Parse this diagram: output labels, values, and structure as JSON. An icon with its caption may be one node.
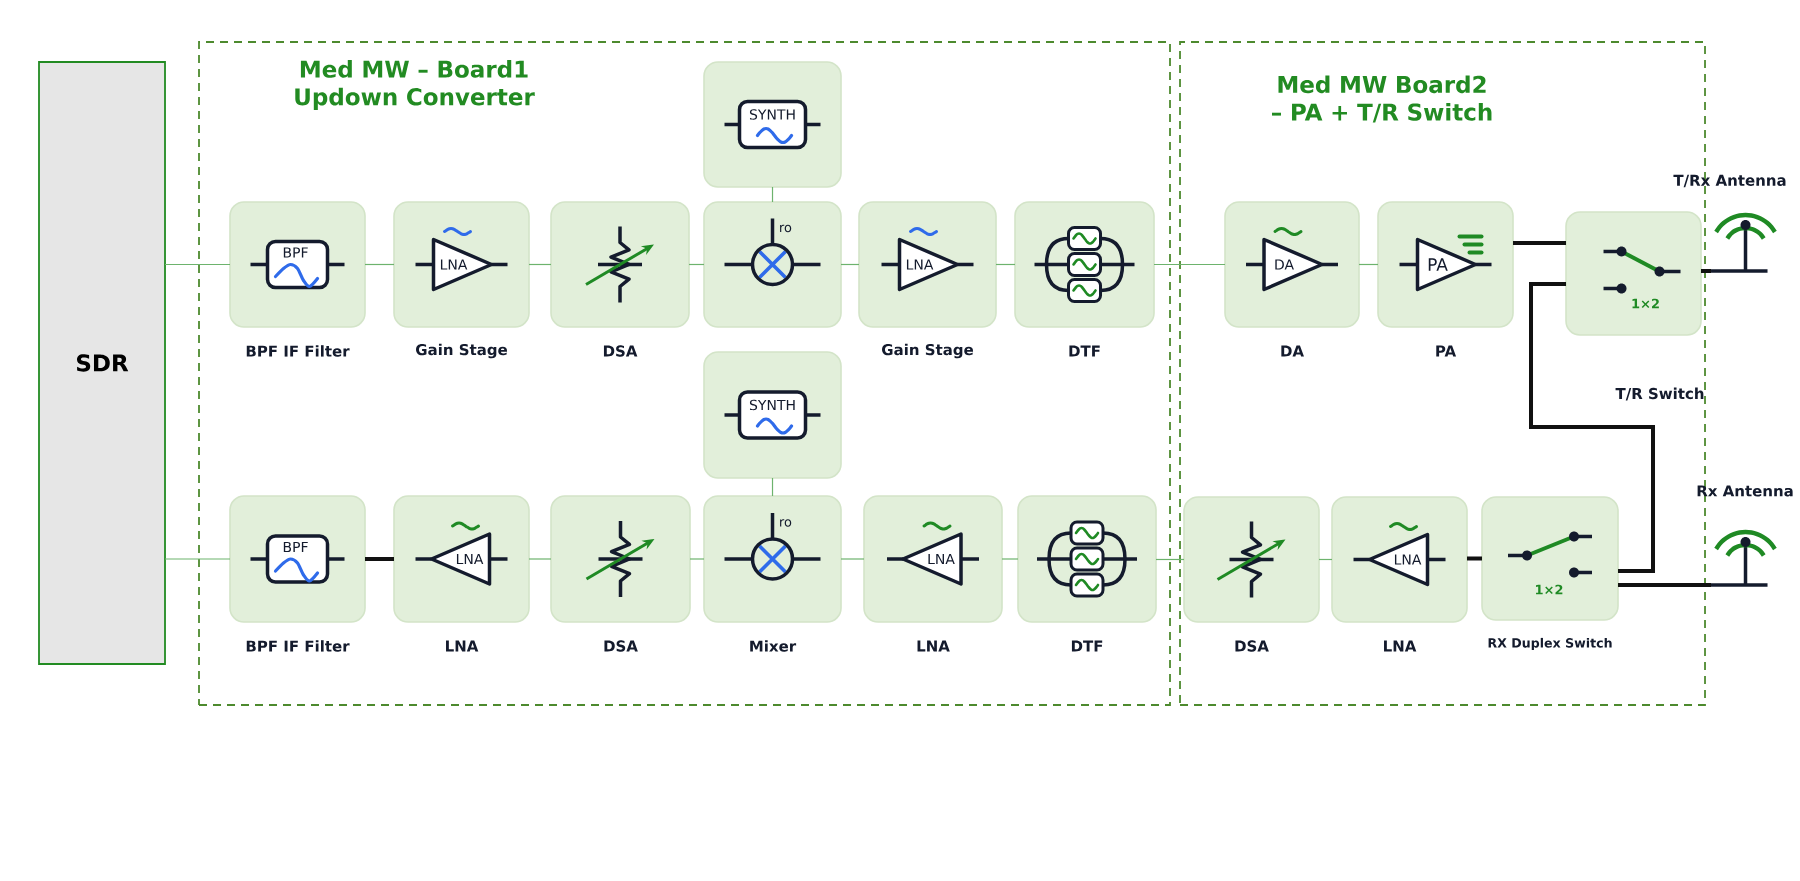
{
  "diagram": {
    "nodes": [
      {
        "text": [
          "SDR"
        ]
      },
      {
        "text": [
          "Med MW – Board1 Updown Converter"
        ]
      },
      {
        "text": [
          "Med MW Board2 – PA + T/R Switch"
        ]
      },
      {
        "text": [
          "BPF",
          "BPF IF Filter"
        ],
        "in": 1
      },
      {
        "text": [
          "LNA",
          "Gain Stage"
        ],
        "in": 1
      },
      {
        "text": [
          "DSA"
        ],
        "in": 1
      },
      {
        "text": [
          "SYNTH"
        ],
        "in": 1
      },
      {
        "text": [
          "ro"
        ],
        "in": 1
      },
      {
        "text": [
          "LNA",
          "Gain Stage"
        ],
        "in": 1
      },
      {
        "text": [
          "DTF"
        ],
        "in": 1
      },
      {
        "text": [
          "BPF",
          "BPF IF Filter"
        ],
        "in": 1
      },
      {
        "text": [
          "LNA",
          "LNA"
        ],
        "in": 1
      },
      {
        "text": [
          "DSA"
        ],
        "in": 1
      },
      {
        "text": [
          "SYNTH"
        ],
        "in": 1
      },
      {
        "text": [
          "ro",
          "Mixer"
        ],
        "in": 1
      },
      {
        "text": [
          "LNA",
          "LNA"
        ],
        "in": 1
      },
      {
        "text": [
          "DTF"
        ],
        "in": 1
      },
      {
        "text": [
          "DA",
          "DA"
        ],
        "in": 2
      },
      {
        "text": [
          "PA",
          "PA"
        ],
        "in": 2
      },
      {
        "text": [
          "1×2"
        ],
        "beside": [
          "T/R Switch"
        ],
        "in": 2
      },
      {
        "text": [
          "DSA"
        ],
        "in": 2
      },
      {
        "text": [
          "LNA",
          "LNA"
        ],
        "in": 2
      },
      {
        "text": [
          "1×2",
          "RX Duplex Switch"
        ],
        "in": 2
      },
      {
        "text": [
          "T/Rx Antenna"
        ]
      },
      {
        "text": [
          "Rx Antenna"
        ]
      }
    ],
    "edges": [
      {
        "from": 0,
        "to": 3,
        "arrow": "none"
      },
      {
        "from": 3,
        "to": 4,
        "arrow": "none"
      },
      {
        "from": 4,
        "to": 5,
        "arrow": "none"
      },
      {
        "from": 5,
        "to": 7,
        "arrow": "none"
      },
      {
        "from": 6,
        "to": 7,
        "arrow": "none"
      },
      {
        "from": 7,
        "to": 8,
        "arrow": "none"
      },
      {
        "from": 8,
        "to": 9,
        "arrow": "none"
      },
      {
        "from": 9,
        "to": 17,
        "arrow": "none"
      },
      {
        "from": 17,
        "to": 18,
        "arrow": "none"
      },
      {
        "from": 18,
        "to": 19,
        "arrow": "none",
        "style": "thick",
        "color": "#111111"
      },
      {
        "from": 19,
        "to": 23,
        "arrow": "none",
        "style": "thick",
        "color": "#111111"
      },
      {
        "from": 19,
        "to": 22,
        "arrow": "none",
        "style": "thick",
        "color": "#111111"
      },
      {
        "from": 0,
        "to": 10,
        "arrow": "none"
      },
      {
        "from": 10,
        "to": 11,
        "arrow": "none",
        "style": "thick",
        "color": "#111111"
      },
      {
        "from": 11,
        "to": 12,
        "arrow": "none"
      },
      {
        "from": 12,
        "to": 14,
        "arrow": "none"
      },
      {
        "from": 13,
        "to": 14,
        "arrow": "none"
      },
      {
        "from": 14,
        "to": 15,
        "arrow": "none"
      },
      {
        "from": 15,
        "to": 16,
        "arrow": "none"
      },
      {
        "from": 16,
        "to": 20,
        "arrow": "none"
      },
      {
        "from": 20,
        "to": 21,
        "arrow": "none"
      },
      {
        "from": 21,
        "to": 22,
        "arrow": "none",
        "style": "thick",
        "color": "#111111"
      },
      {
        "from": 22,
        "to": 24,
        "arrow": "none",
        "style": "thick",
        "color": "#111111"
      }
    ]
  }
}
